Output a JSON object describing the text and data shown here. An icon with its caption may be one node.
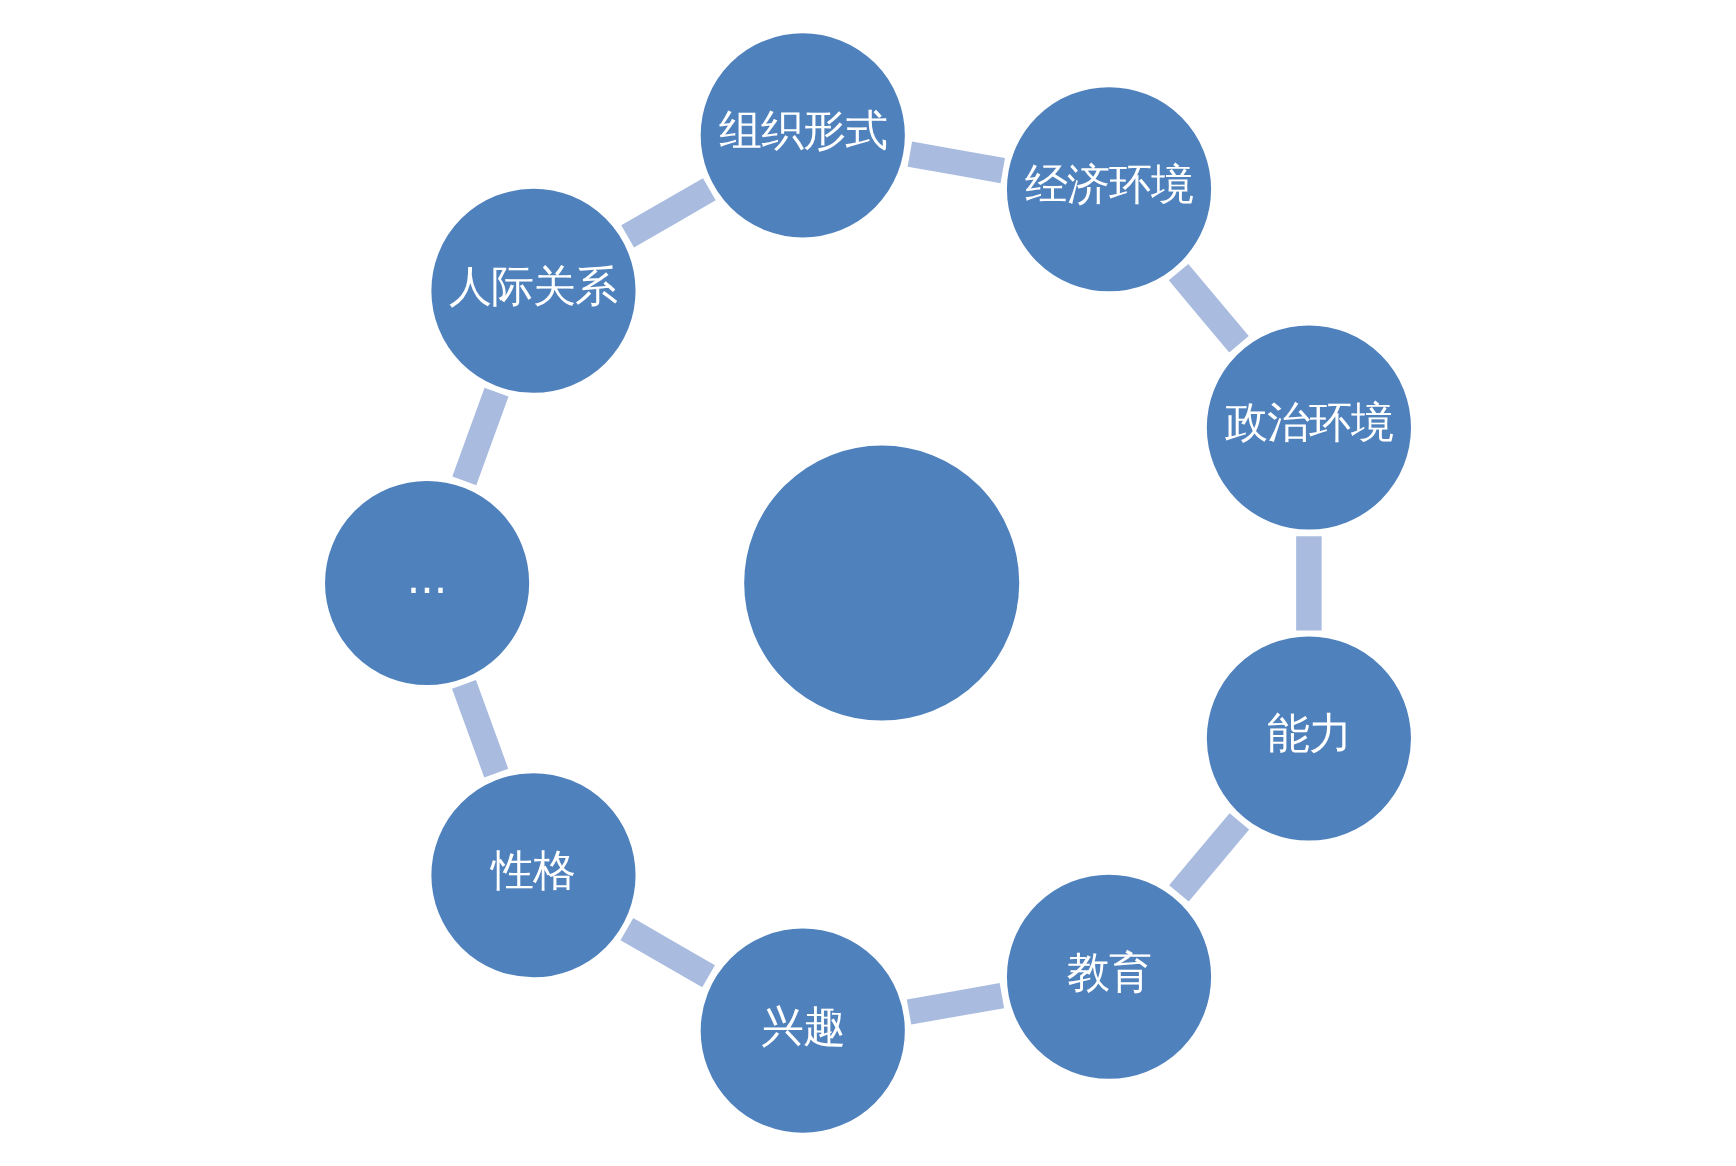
{
  "diagram": {
    "nodes": [
      {
        "text": [
          "政治环境"
        ]
      },
      {
        "text": [
          "经济环境"
        ]
      },
      {
        "text": [
          "组织形式"
        ]
      },
      {
        "text": [
          "人际关系"
        ]
      },
      {
        "text": [
          "..."
        ]
      },
      {
        "text": [
          "性格"
        ]
      },
      {
        "text": [
          "兴趣"
        ]
      },
      {
        "text": [
          "教育"
        ]
      },
      {
        "text": [
          "能力"
        ]
      },
      {
        "text": [],
        "shape": "circle"
      }
    ],
    "edges": [
      {
        "from": 0,
        "to": 1,
        "arrow": "none"
      },
      {
        "from": 1,
        "to": 2,
        "arrow": "none"
      },
      {
        "from": 2,
        "to": 3,
        "arrow": "none"
      },
      {
        "from": 3,
        "to": 4,
        "arrow": "none"
      },
      {
        "from": 4,
        "to": 5,
        "arrow": "none"
      },
      {
        "from": 5,
        "to": 6,
        "arrow": "none"
      },
      {
        "from": 6,
        "to": 7,
        "arrow": "none"
      },
      {
        "from": 7,
        "to": 8,
        "arrow": "none"
      },
      {
        "from": 8,
        "to": 0,
        "arrow": "none"
      }
    ]
  }
}
